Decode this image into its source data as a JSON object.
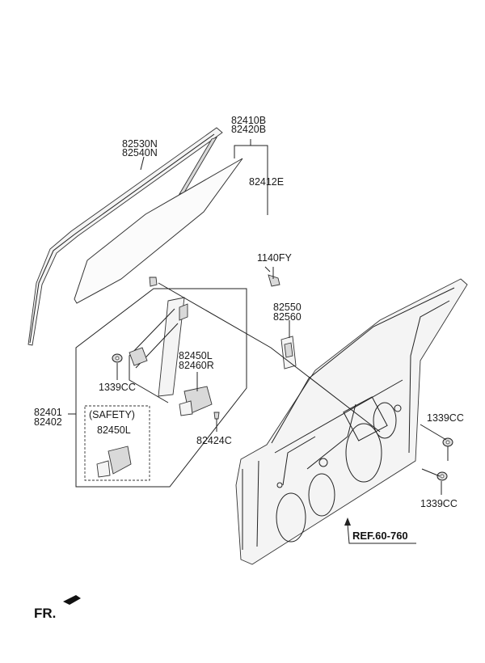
{
  "labels": {
    "channel_upper": "82530N",
    "channel_lower": "82540N",
    "glass_upper": "82410B",
    "glass_lower": "82420B",
    "glass_part": "82412E",
    "bolt": "1140FY",
    "clip_upper": "82550",
    "clip_lower": "82560",
    "nut_left": "1339CC",
    "motor_left": "82450L",
    "motor_right": "82460R",
    "regulator_upper": "82401",
    "regulator_lower": "82402",
    "safety": "(SAFETY)",
    "safety_motor": "82450L",
    "screw": "82424C",
    "nut_right_upper": "1339CC",
    "nut_right_lower": "1339CC",
    "ref": "REF.60-760",
    "front": "FR."
  }
}
